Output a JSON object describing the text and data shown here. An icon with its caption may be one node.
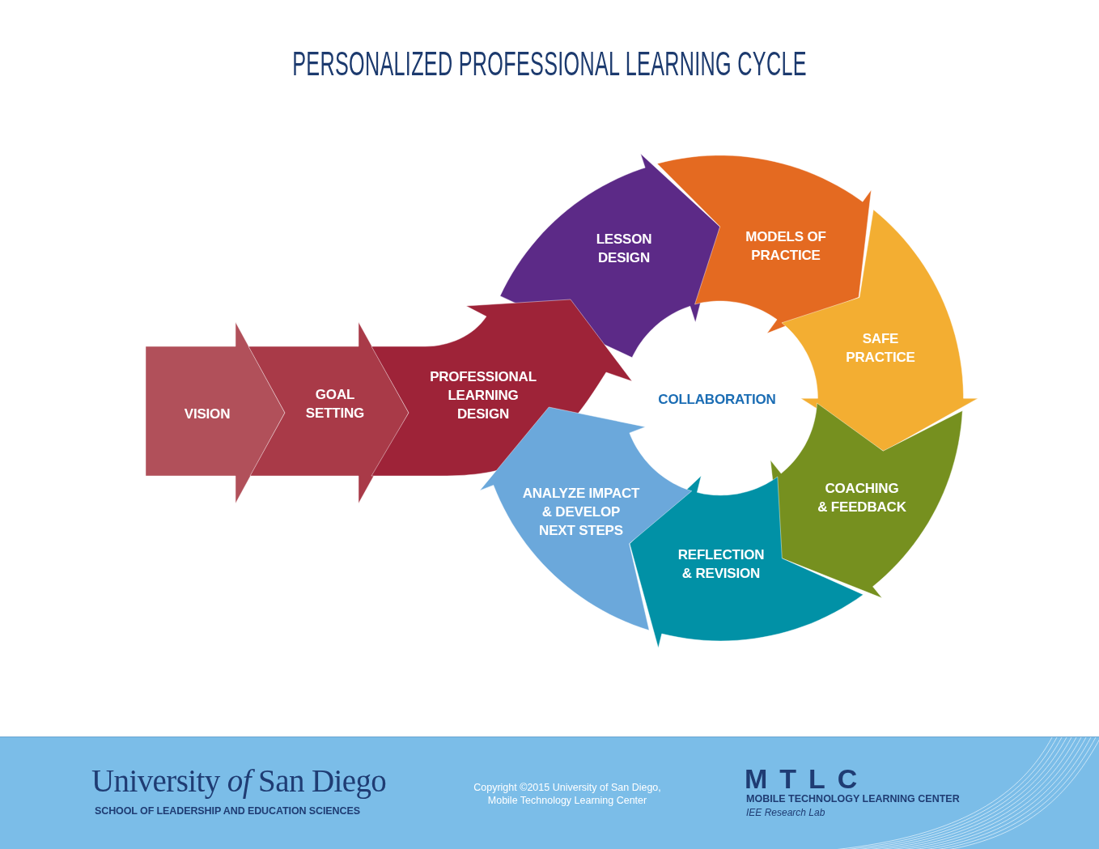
{
  "diagram": {
    "title": "PERSONALIZED PROFESSIONAL LEARNING CYCLE",
    "nodes": [
      {
        "text": [
          "VISION"
        ]
      },
      {
        "text": [
          "GOAL SETTING"
        ]
      },
      {
        "text": [
          "PROFESSIONAL LEARNING DESIGN"
        ]
      },
      {
        "text": [
          "LESSON DESIGN"
        ]
      },
      {
        "text": [
          "MODELS OF PRACTICE"
        ]
      },
      {
        "text": [
          "SAFE PRACTICE"
        ]
      },
      {
        "text": [
          "COACHING & FEEDBACK"
        ]
      },
      {
        "text": [
          "REFLECTION & REVISION"
        ]
      },
      {
        "text": [
          "ANALYZE IMPACT & DEVELOP NEXT STEPS"
        ]
      }
    ],
    "labels": [
      "COLLABORATION",
      "University *of* San Diego",
      "SCHOOL OF LEADERSHIP AND EDUCATION SCIENCES",
      "Copyright ©2015 University of San Diego, Mobile Technology Learning Center",
      "MTLC",
      "MOBILE TECHNOLOGY LEARNING CENTER",
      "IEE Research Lab"
    ]
  }
}
